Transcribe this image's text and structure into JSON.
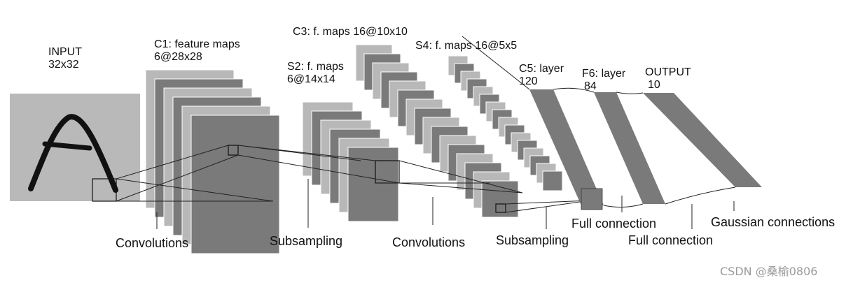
{
  "layers": {
    "input": {
      "name": "INPUT",
      "size": "32x32"
    },
    "c1": {
      "name": "C1: feature maps",
      "size": "6@28x28"
    },
    "s2": {
      "name": "S2: f. maps",
      "size": "6@14x14"
    },
    "c3": {
      "name": "C3: f. maps 16@10x10"
    },
    "s4": {
      "name": "S4: f. maps 16@5x5"
    },
    "c5": {
      "name": "C5: layer",
      "size": "120"
    },
    "f6": {
      "name": "F6: layer",
      "size": "84"
    },
    "output": {
      "name": "OUTPUT",
      "size": "10"
    }
  },
  "operations": {
    "conv1": "Convolutions",
    "sub1": "Subsampling",
    "conv2": "Convolutions",
    "sub2": "Subsampling",
    "full1": "Full connection",
    "full2": "Full connection",
    "gauss": "Gaussian connections"
  },
  "watermark": "CSDN @桑榆0806",
  "colors": {
    "dark_map": "#7a7a7a",
    "light_map": "#b8b8b8",
    "input_bg": "#b9b9b9",
    "stroke": "#111111",
    "thin_line": "#444444"
  }
}
